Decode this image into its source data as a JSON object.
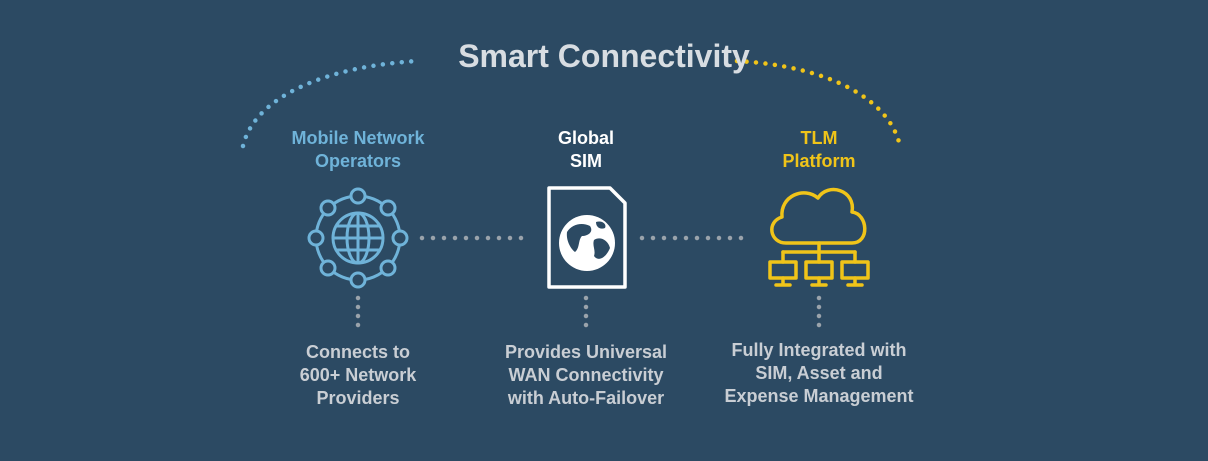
{
  "title": "Smart Connectivity",
  "colors": {
    "background": "#2c4a63",
    "blue": "#6fb3d9",
    "white": "#ffffff",
    "yellow": "#f0c419",
    "gray": "#9aa3ab",
    "text": "#c9ced4"
  },
  "columns": [
    {
      "title_lines": [
        "Mobile Network",
        "Operators"
      ],
      "icon": "globe-network-icon",
      "desc_lines": [
        "Connects to",
        "600+ Network",
        "Providers"
      ]
    },
    {
      "title_lines": [
        "Global",
        "SIM"
      ],
      "icon": "sim-card-globe-icon",
      "desc_lines": [
        "Provides Universal",
        "WAN Connectivity",
        "with Auto-Failover"
      ]
    },
    {
      "title_lines": [
        "TLM",
        "Platform"
      ],
      "icon": "cloud-network-icon",
      "desc_lines": [
        "Fully Integrated with",
        "SIM, Asset and",
        "Expense Management"
      ]
    }
  ]
}
